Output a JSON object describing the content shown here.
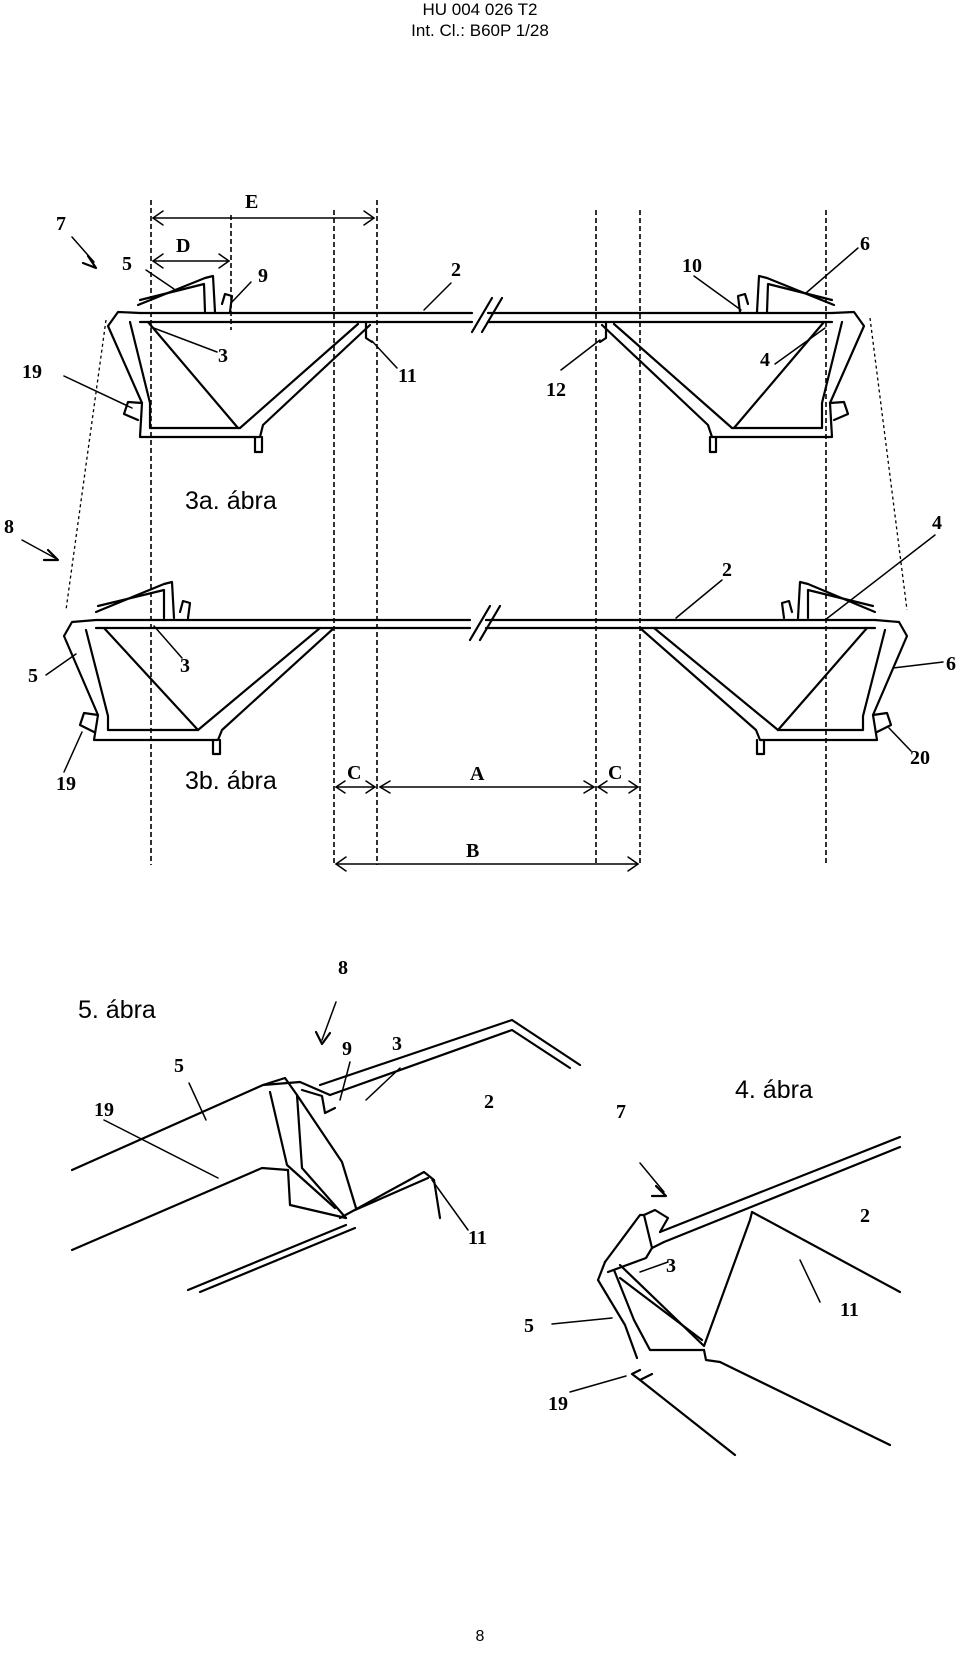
{
  "header": {
    "line1": "HU 004 026 T2",
    "line2": "Int. Cl.: B60P 1/28"
  },
  "page_number": "8",
  "figures": {
    "fig3a": "3a. ábra",
    "fig3b": "3b. ábra",
    "fig4": "4. ábra",
    "fig5": "5. ábra"
  },
  "fig3a_labels": {
    "l7": "7",
    "l5": "5",
    "lD": "D",
    "lE": "E",
    "l9": "9",
    "l2": "2",
    "l10": "10",
    "l6": "6",
    "l3": "3",
    "l19": "19",
    "l11": "11",
    "l12": "12",
    "l4": "4"
  },
  "fig3b_labels": {
    "l8": "8",
    "l4": "4",
    "l2": "2",
    "l5": "5",
    "l3": "3",
    "l6": "6",
    "l19": "19",
    "l20": "20",
    "lC1": "C",
    "lA": "A",
    "lC2": "C",
    "lB": "B"
  },
  "fig5_labels": {
    "l8": "8",
    "l5": "5",
    "l9": "9",
    "l3": "3",
    "l2": "2",
    "l19": "19",
    "l11": "11"
  },
  "fig4_labels": {
    "l7": "7",
    "l2": "2",
    "l3": "3",
    "l11": "11",
    "l5": "5",
    "l19": "19"
  }
}
